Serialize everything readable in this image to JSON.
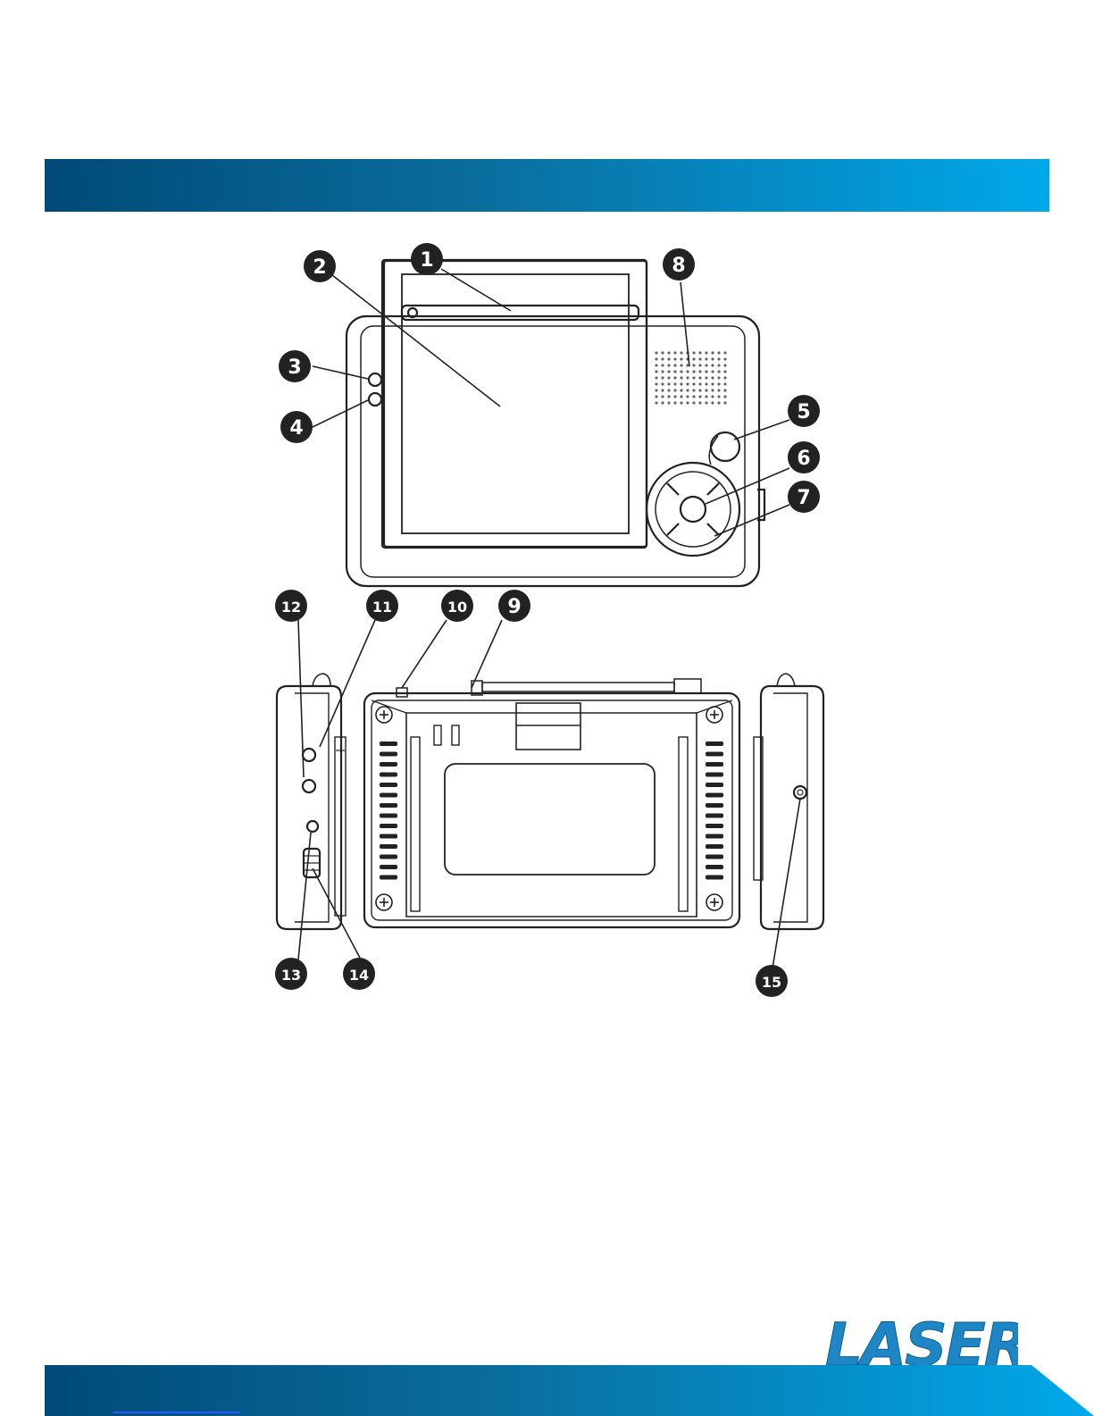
{
  "brand": {
    "logo_text": "LASER",
    "accent": "#0a6fa0",
    "gradient_start": "#004a77",
    "gradient_end": "#00a8ea"
  },
  "callouts": [
    "1",
    "2",
    "3",
    "4",
    "5",
    "6",
    "7",
    "8",
    "9",
    "10",
    "11",
    "12",
    "13",
    "14",
    "15"
  ]
}
